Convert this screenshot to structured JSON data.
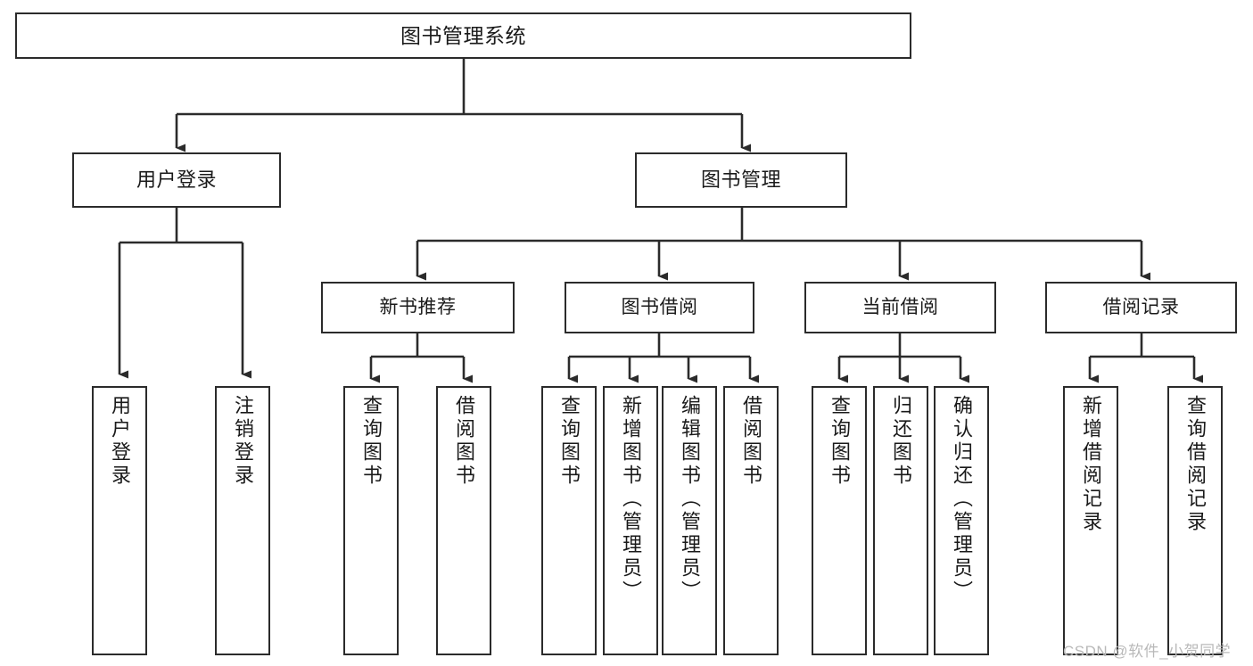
{
  "diagram": {
    "title": "图书管理系统",
    "type": "tree-hierarchy-chart",
    "orientation": "top-down",
    "colors": {
      "node_border": "#2b2b2b",
      "node_fill": "#ffffff",
      "edge": "#2b2b2b",
      "text": "#1a1a1a",
      "watermark": "#b9b9b9",
      "background": "#ffffff"
    },
    "root": {
      "label": "图书管理系统"
    },
    "tier2": [
      {
        "label": "用户登录"
      },
      {
        "label": "图书管理"
      }
    ],
    "tier3": [
      {
        "label": "新书推荐"
      },
      {
        "label": "图书借阅"
      },
      {
        "label": "当前借阅"
      },
      {
        "label": "借阅记录"
      }
    ],
    "leaves": {
      "user_login": [
        {
          "label": "用户登录"
        },
        {
          "label": "注销登录"
        }
      ],
      "new_book_recommend": [
        {
          "label": "查询图书"
        },
        {
          "label": "借阅图书"
        }
      ],
      "book_borrow": [
        {
          "label": "查询图书"
        },
        {
          "label": "新增图书（管理员）"
        },
        {
          "label": "编辑图书（管理员）"
        },
        {
          "label": "借阅图书"
        }
      ],
      "current_borrow": [
        {
          "label": "查询图书"
        },
        {
          "label": "归还图书"
        },
        {
          "label": "确认归还（管理员）"
        }
      ],
      "borrow_record": [
        {
          "label": "新增借阅记录"
        },
        {
          "label": "查询借阅记录"
        }
      ]
    },
    "watermark": "CSDN @软件_小贺同学"
  }
}
